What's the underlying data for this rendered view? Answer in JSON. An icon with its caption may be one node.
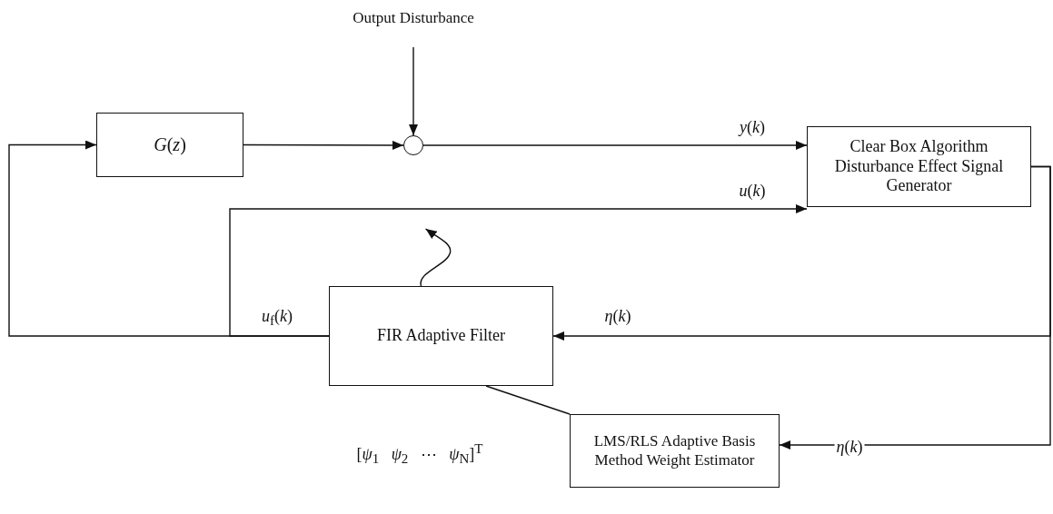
{
  "diagram": {
    "nodes": [
      {
        "text": [
          "Output Disturbance"
        ]
      },
      {
        "text": [
          "*G*(*z*)"
        ]
      },
      {
        "text": [],
        "shape": "circle"
      },
      {
        "text": [
          "Clear Box Algorithm Disturbance Effect Signal Generator"
        ]
      },
      {
        "text": [
          "FIR Adaptive Filter"
        ]
      },
      {
        "text": [
          "LMS/RLS Adaptive Basis Method Weight Estimator"
        ]
      }
    ],
    "edges": [
      {
        "from": 0,
        "to": 2,
        "arrow": "to"
      },
      {
        "from": 1,
        "to": 2,
        "arrow": "to"
      },
      {
        "from": 2,
        "to": 3,
        "arrow": "to",
        "label": "*y*(*k*)"
      },
      {
        "from": 4,
        "to": 1,
        "arrow": "to",
        "label": "*u*$_{f}$(*k*)"
      },
      {
        "from": 4,
        "to": 3,
        "arrow": "to",
        "label": "*u*(*k*)"
      },
      {
        "from": 3,
        "to": 4,
        "arrow": "to",
        "label": "*η*(*k*)"
      },
      {
        "from": 3,
        "to": 5,
        "arrow": "to",
        "label": "*η*(*k*)"
      },
      {
        "from": 5,
        "to": 4,
        "arrow": "none",
        "label": "[*ψ*$_{1}$   *ψ*$_{2}$   ⋯   *ψ*$_{N}$]$^{T}$"
      },
      {
        "from": 4,
        "to": null,
        "arrow": "to"
      }
    ]
  }
}
